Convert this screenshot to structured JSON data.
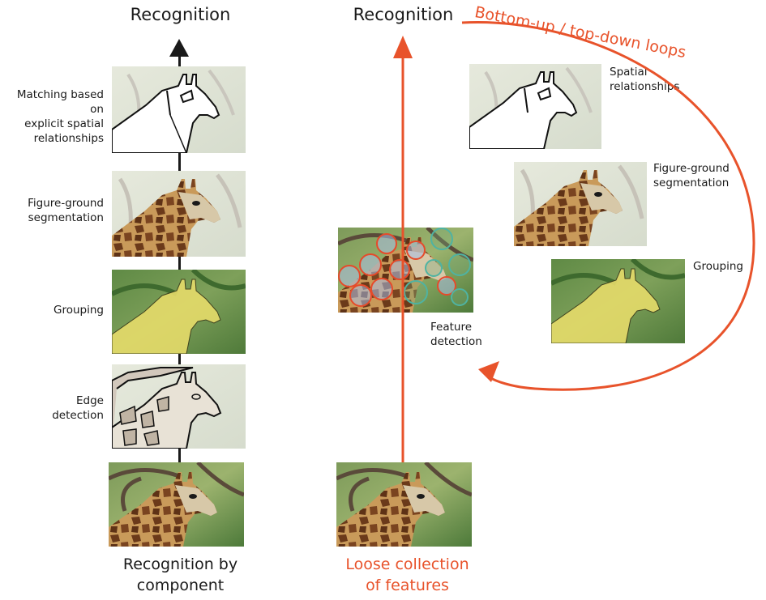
{
  "left": {
    "title": "Recognition",
    "caption_line1": "Recognition by",
    "caption_line2": "component",
    "stages": {
      "matching": [
        "Matching based on",
        "explicit spatial",
        "relationships"
      ],
      "figure_ground": [
        "Figure-ground",
        "segmentation"
      ],
      "grouping": [
        "Grouping"
      ],
      "edge": [
        "Edge",
        "detection"
      ]
    }
  },
  "middle": {
    "title": "Recognition",
    "caption_line1": "Loose collection",
    "caption_line2": "of features",
    "feature_label": [
      "Feature",
      "detection"
    ]
  },
  "right": {
    "loop_label": "Bottom-up / top-down loops",
    "spatial": [
      "Spatial",
      "relationships"
    ],
    "figure_ground": [
      "Figure-ground",
      "segmentation"
    ],
    "grouping": [
      "Grouping"
    ]
  },
  "colors": {
    "accent": "#e8532b",
    "axis": "#1a1a1a",
    "feature_circle_red": "#e64a2a",
    "feature_circle_teal": "#4fb3a2",
    "group_fill": "#e8e06a"
  }
}
